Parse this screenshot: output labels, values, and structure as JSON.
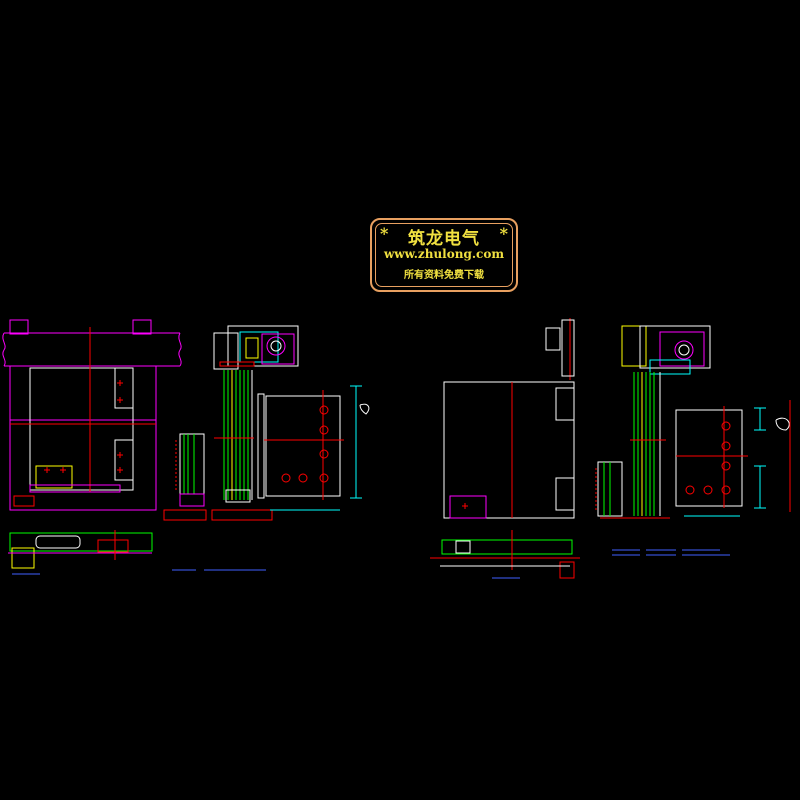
{
  "watermark": {
    "title": "筑龙电气",
    "url": "www.zhulong.com",
    "note": "所有资料免费下载",
    "star": "*",
    "color": "#f0e040",
    "border_color": "#e8a060"
  },
  "drawing": {
    "background": "#000000",
    "palette": {
      "magenta": "#ff00ff",
      "red": "#ff0000",
      "green": "#00ff00",
      "yellow": "#ffff00",
      "cyan": "#00ffff",
      "white": "#ffffff",
      "blue": "#4060ff"
    }
  }
}
